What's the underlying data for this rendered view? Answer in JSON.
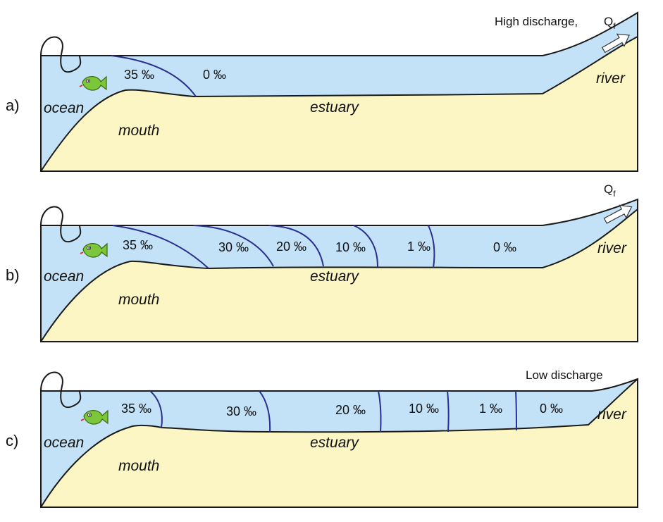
{
  "colors": {
    "water": "#c3e2f7",
    "sediment": "#fbf6c4",
    "outline": "#1a1a1a",
    "isohaline": "#2a2f8c",
    "fish_body": "#7cc63a",
    "arrow_fill": "#ffffff"
  },
  "panels": [
    {
      "id": "a",
      "label": "a)",
      "discharge_label": "High discharge,",
      "flow_symbol": "Q",
      "flow_subscript": "f",
      "places": {
        "ocean": "ocean",
        "mouth": "mouth",
        "estuary": "estuary",
        "river": "river"
      },
      "salinity_labels": [
        "35 ‰",
        "0 ‰"
      ]
    },
    {
      "id": "b",
      "label": "b)",
      "discharge_label": "",
      "flow_symbol": "Q",
      "flow_subscript": "f",
      "places": {
        "ocean": "ocean",
        "mouth": "mouth",
        "estuary": "estuary",
        "river": "river"
      },
      "salinity_labels": [
        "35 ‰",
        "30 ‰",
        "20 ‰",
        "10 ‰",
        "1 ‰",
        "0 ‰"
      ]
    },
    {
      "id": "c",
      "label": "c)",
      "discharge_label": "Low discharge",
      "flow_symbol": "",
      "flow_subscript": "",
      "places": {
        "ocean": "ocean",
        "mouth": "mouth",
        "estuary": "estuary",
        "river": "river"
      },
      "salinity_labels": [
        "35 ‰",
        "30 ‰",
        "20 ‰",
        "10 ‰",
        "1 ‰",
        "0 ‰"
      ]
    }
  ],
  "icons": [
    "fish-icon",
    "wave-icon",
    "flow-arrow-icon"
  ]
}
